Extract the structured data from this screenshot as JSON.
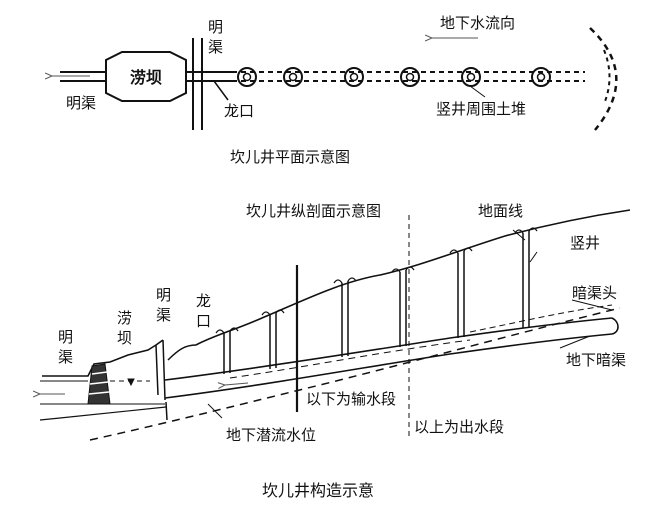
{
  "plan_view": {
    "title": "坎儿井平面示意图",
    "labels": {
      "mingqu_left": "明渠",
      "laoba": "涝坝",
      "mingqu_top": "明渠",
      "longkou": "龙口",
      "groundwater_flow": "地下水流向",
      "shaft_mound": "竖井周围土堆"
    }
  },
  "profile_view": {
    "title": "坎儿井纵剖面示意图",
    "labels": {
      "ground_line": "地面线",
      "shaft": "竖井",
      "canal_head": "暗渠头",
      "underground_canal": "地下暗渠",
      "mingqu_left": "明渠",
      "laoba": "涝坝",
      "mingqu_mid": "明渠",
      "longkou": "龙口",
      "conveyance_section": "以下为输水段",
      "water_yield_section": "以上为出水段",
      "water_table": "地下潜流水位"
    }
  },
  "caption": "坎儿井构造示意"
}
